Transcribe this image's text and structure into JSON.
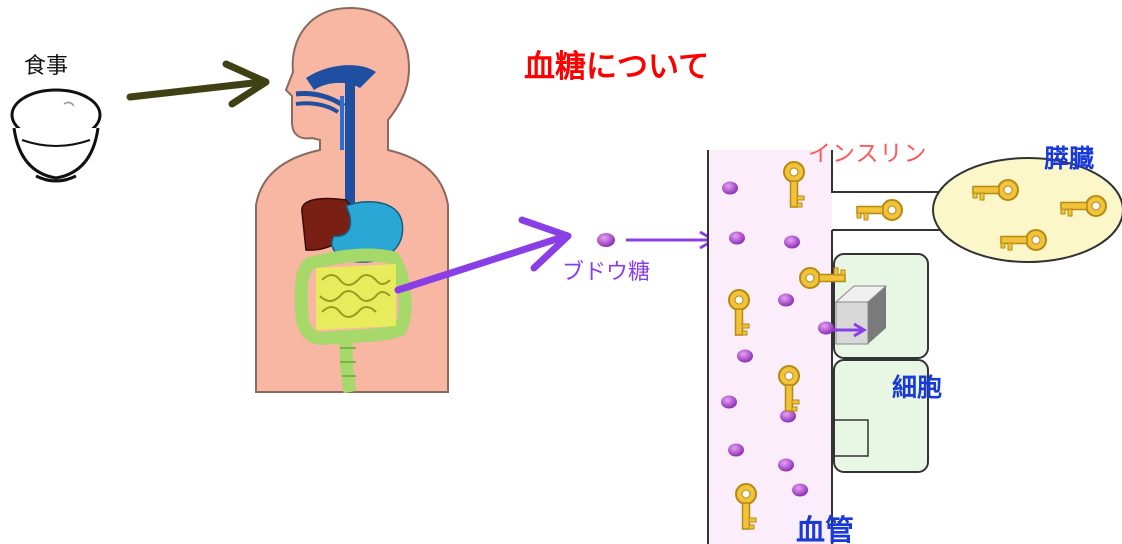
{
  "title": "血糖について",
  "labels": {
    "meal": "食事",
    "insulin": "インスリン",
    "pancreas": "膵臓",
    "glucose": "ブドウ糖",
    "cell": "細胞",
    "blood_vessel": "血管"
  },
  "colors": {
    "title": "#ff0000",
    "insulin_label": "#ff5a5a",
    "organ_labels": "#1a3ad8",
    "glucose": "#8a3fe6",
    "glucose_particle": "#b54fd6",
    "key_gold": "#f2c23a",
    "blood_vessel": "#fbeefa",
    "pancreas": "#fbf7c8",
    "cell": "#e8f7e4",
    "meal_arrow": "#404015",
    "body_skin": "#f7b7a3",
    "esophagus": "#1f4fa0",
    "stomach": "#2aa7d4",
    "liver": "#7a1f14",
    "intestine": "#e8ec5c",
    "colon": "#a6d86a"
  },
  "icons": [
    "rice-bowl-icon",
    "human-body-icon",
    "key-icon",
    "glucose-particle-icon",
    "glucose-gate-icon"
  ]
}
